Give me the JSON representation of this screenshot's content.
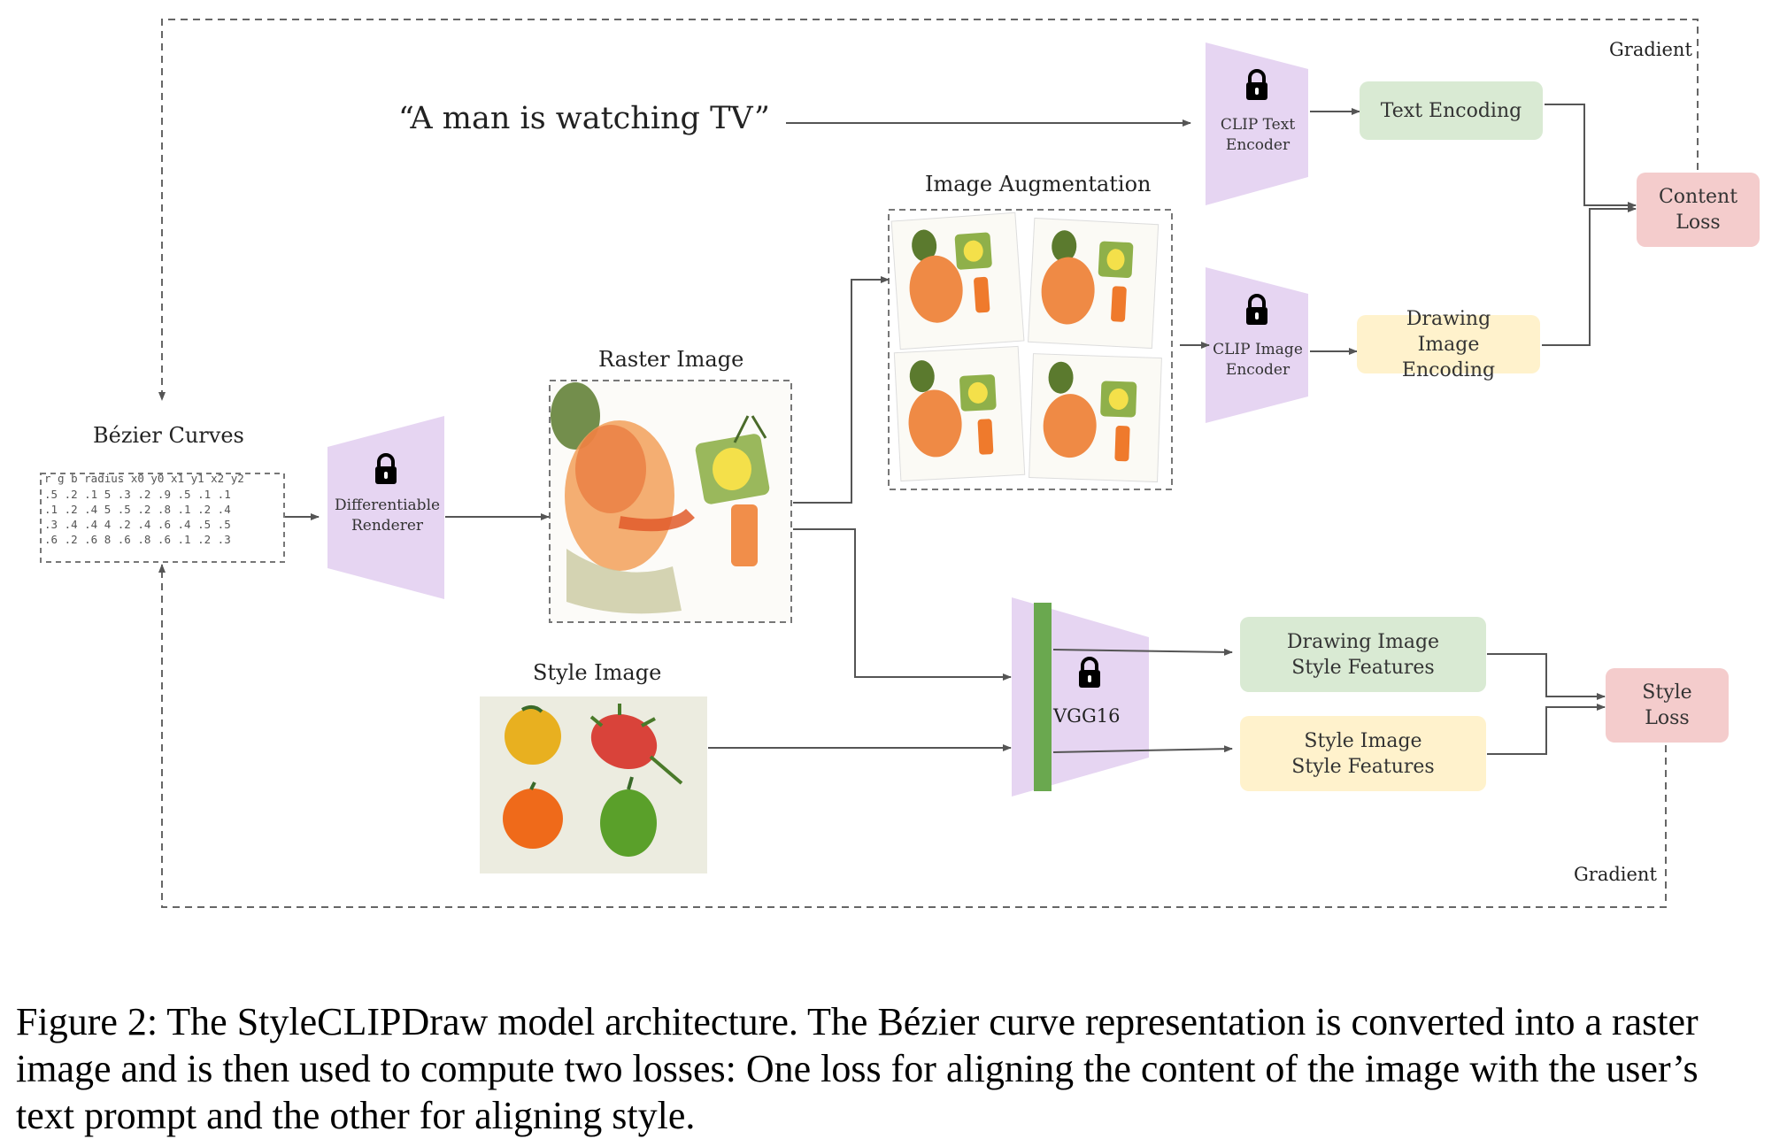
{
  "diagram": {
    "gradient_top": "Gradient",
    "gradient_bottom": "Gradient",
    "prompt": "“A man is watching TV”",
    "bezier_title": "Bézier Curves",
    "bezier_table": {
      "header": "r g b radius x0 y0 x1 y1 x2 y2",
      "rows": [
        ".5 .2 .1 5 .3 .2 .9 .5 .1 .1",
        ".1 .2 .4 5 .5 .2 .8 .1 .2 .4",
        ".3 .4 .4 4 .2 .4 .6 .4 .5 .5",
        ".6 .2 .6 8 .6 .8 .6 .1 .2 .3"
      ]
    },
    "renderer_label": "Differentiable Renderer",
    "raster_title": "Raster Image",
    "augmentation_title": "Image Augmentation",
    "clip_text_label": "CLIP Text Encoder",
    "clip_image_label": "CLIP Image Encoder",
    "text_encoding": "Text Encoding",
    "drawing_image_encoding": "Drawing Image Encoding",
    "content_loss": "Content Loss",
    "style_title": "Style Image",
    "vgg_label": "VGG16",
    "drawing_style_features": "Drawing Image Style Features",
    "style_image_features": "Style Image Style Features",
    "style_loss": "Style Loss",
    "colors": {
      "encoder_purple": "#e6d5f2",
      "vgg_green": "#6aa84f",
      "green_box": "#d9ead3",
      "yellow_box": "#fff2cc",
      "pink_box": "#f4cccc"
    }
  },
  "caption": "Figure 2: The StyleCLIPDraw model architecture. The Bézier curve representation is converted into a raster image and is then used to compute two losses: One loss for aligning the content of the image with the user’s text prompt and the other for aligning style."
}
